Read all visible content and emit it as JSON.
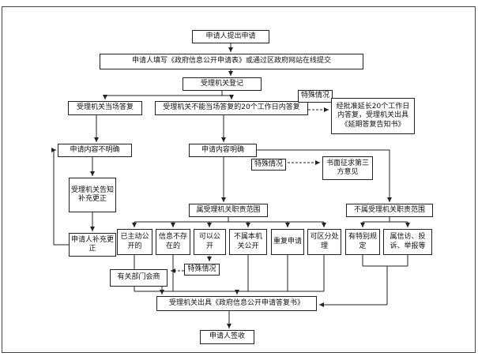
{
  "diagram": {
    "colors": {
      "line": "#222222",
      "box_border": "#222222",
      "background": "#ffffff"
    },
    "nodes": {
      "submit": {
        "label": "申请人提出申请"
      },
      "fill_form": {
        "label": "申请人填写《政府信息公开申请表》或通过区政府网站在线提交"
      },
      "register": {
        "label": "受理机关登记"
      },
      "onspot": {
        "label": "受理机关当场答复"
      },
      "within20": {
        "label": "受理机关不能当场答复的20个工作日内答复"
      },
      "special1": {
        "label": "特殊情况"
      },
      "extend": {
        "label": "经批准延长20个工作日内答复，受理机关出具《延期答复告知书》"
      },
      "unclear": {
        "label": "申请内容不明确"
      },
      "clear": {
        "label": "申请内容明确"
      },
      "special2": {
        "label": "特殊情况"
      },
      "third_party": {
        "label": "书面征求第三方意见"
      },
      "notify_supplement": {
        "label": "受理机关告知补充更正"
      },
      "in_scope": {
        "label": "属受理机关职责范围"
      },
      "out_scope": {
        "label": "不属受理机关职责范围"
      },
      "supplement": {
        "label": "申请人补充更正"
      },
      "proactive": {
        "label": "已主动公开的"
      },
      "not_exist": {
        "label": "信息不存在的"
      },
      "can_open": {
        "label": "可以公开"
      },
      "not_this_org": {
        "label": "不属本机关公开"
      },
      "repeat": {
        "label": "重复申请"
      },
      "separable": {
        "label": "可区分处理"
      },
      "special_rule": {
        "label": "有特别规定"
      },
      "petition": {
        "label": "属信访、投诉、举报等"
      },
      "special3": {
        "label": "特殊情况"
      },
      "consult": {
        "label": "有关部门会商"
      },
      "reply_doc": {
        "label": "受理机关出具《政府信息公开申请答复书》"
      },
      "sign": {
        "label": "申请人签收"
      }
    }
  }
}
